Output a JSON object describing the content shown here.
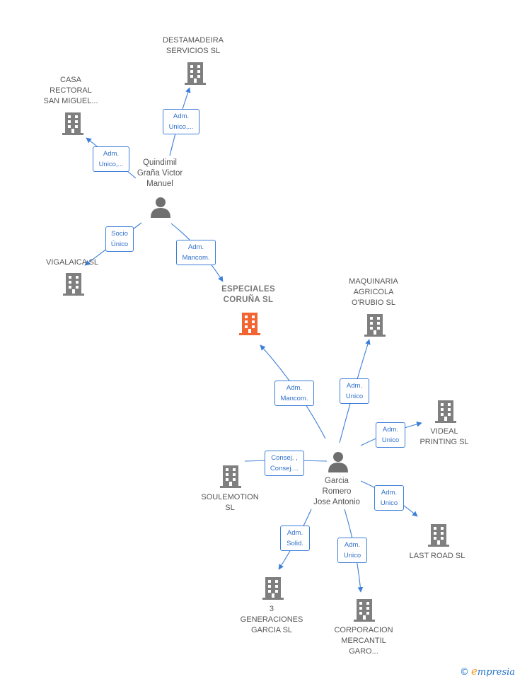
{
  "colors": {
    "company_icon": "#7f7f7f",
    "focus_icon": "#f26533",
    "person_icon": "#6f6f6f",
    "edge": "#3d7fd8",
    "text": "#555555"
  },
  "nodes": {
    "destamadeira": {
      "label": "DESTAMADEIRA\nSERVICIOS  SL",
      "icon": "building-icon"
    },
    "casa": {
      "label": "CASA\nRECTORAL\nSAN MIGUEL...",
      "icon": "building-icon"
    },
    "quindimil": {
      "label": "Quindimil\nGraña Victor\nManuel",
      "icon": "person-icon"
    },
    "vigalaica": {
      "label": "VIGALAICA SL",
      "icon": "building-icon"
    },
    "especiales": {
      "label": "ESPECIALES\nCORUÑA  SL",
      "icon": "building-icon"
    },
    "maquinaria": {
      "label": "MAQUINARIA\nAGRICOLA\nO'RUBIO SL",
      "icon": "building-icon"
    },
    "videal": {
      "label": "VIDEAL\nPRINTING  SL",
      "icon": "building-icon"
    },
    "soulemotion": {
      "label": "SOULEMOTION\nSL",
      "icon": "building-icon"
    },
    "garcia": {
      "label": "Garcia\nRomero\nJose Antonio",
      "icon": "person-icon"
    },
    "lastroad": {
      "label": "LAST ROAD  SL",
      "icon": "building-icon"
    },
    "generaciones": {
      "label": "3\nGENERACIONES\nGARCIA  SL",
      "icon": "building-icon"
    },
    "corporacion": {
      "label": "CORPORACION\nMERCANTIL\nGARO...",
      "icon": "building-icon"
    }
  },
  "edges": {
    "e1": "Adm.\nUnico,...",
    "e2": "Adm.\nUnico,...",
    "e3": "Socio\nÚnico",
    "e4": "Adm.\nMancom.",
    "e5": "Adm.\nMancom.",
    "e6": "Adm.\nUnico",
    "e7": "Adm.\nUnico",
    "e8": "Consej. ,\nConsej....",
    "e9": "Adm.\nUnico",
    "e10": "Adm.\nSolid.",
    "e11": "Adm.\nUnico"
  },
  "brand": {
    "copyright": "©",
    "initial": "e",
    "rest": "mpresia"
  }
}
